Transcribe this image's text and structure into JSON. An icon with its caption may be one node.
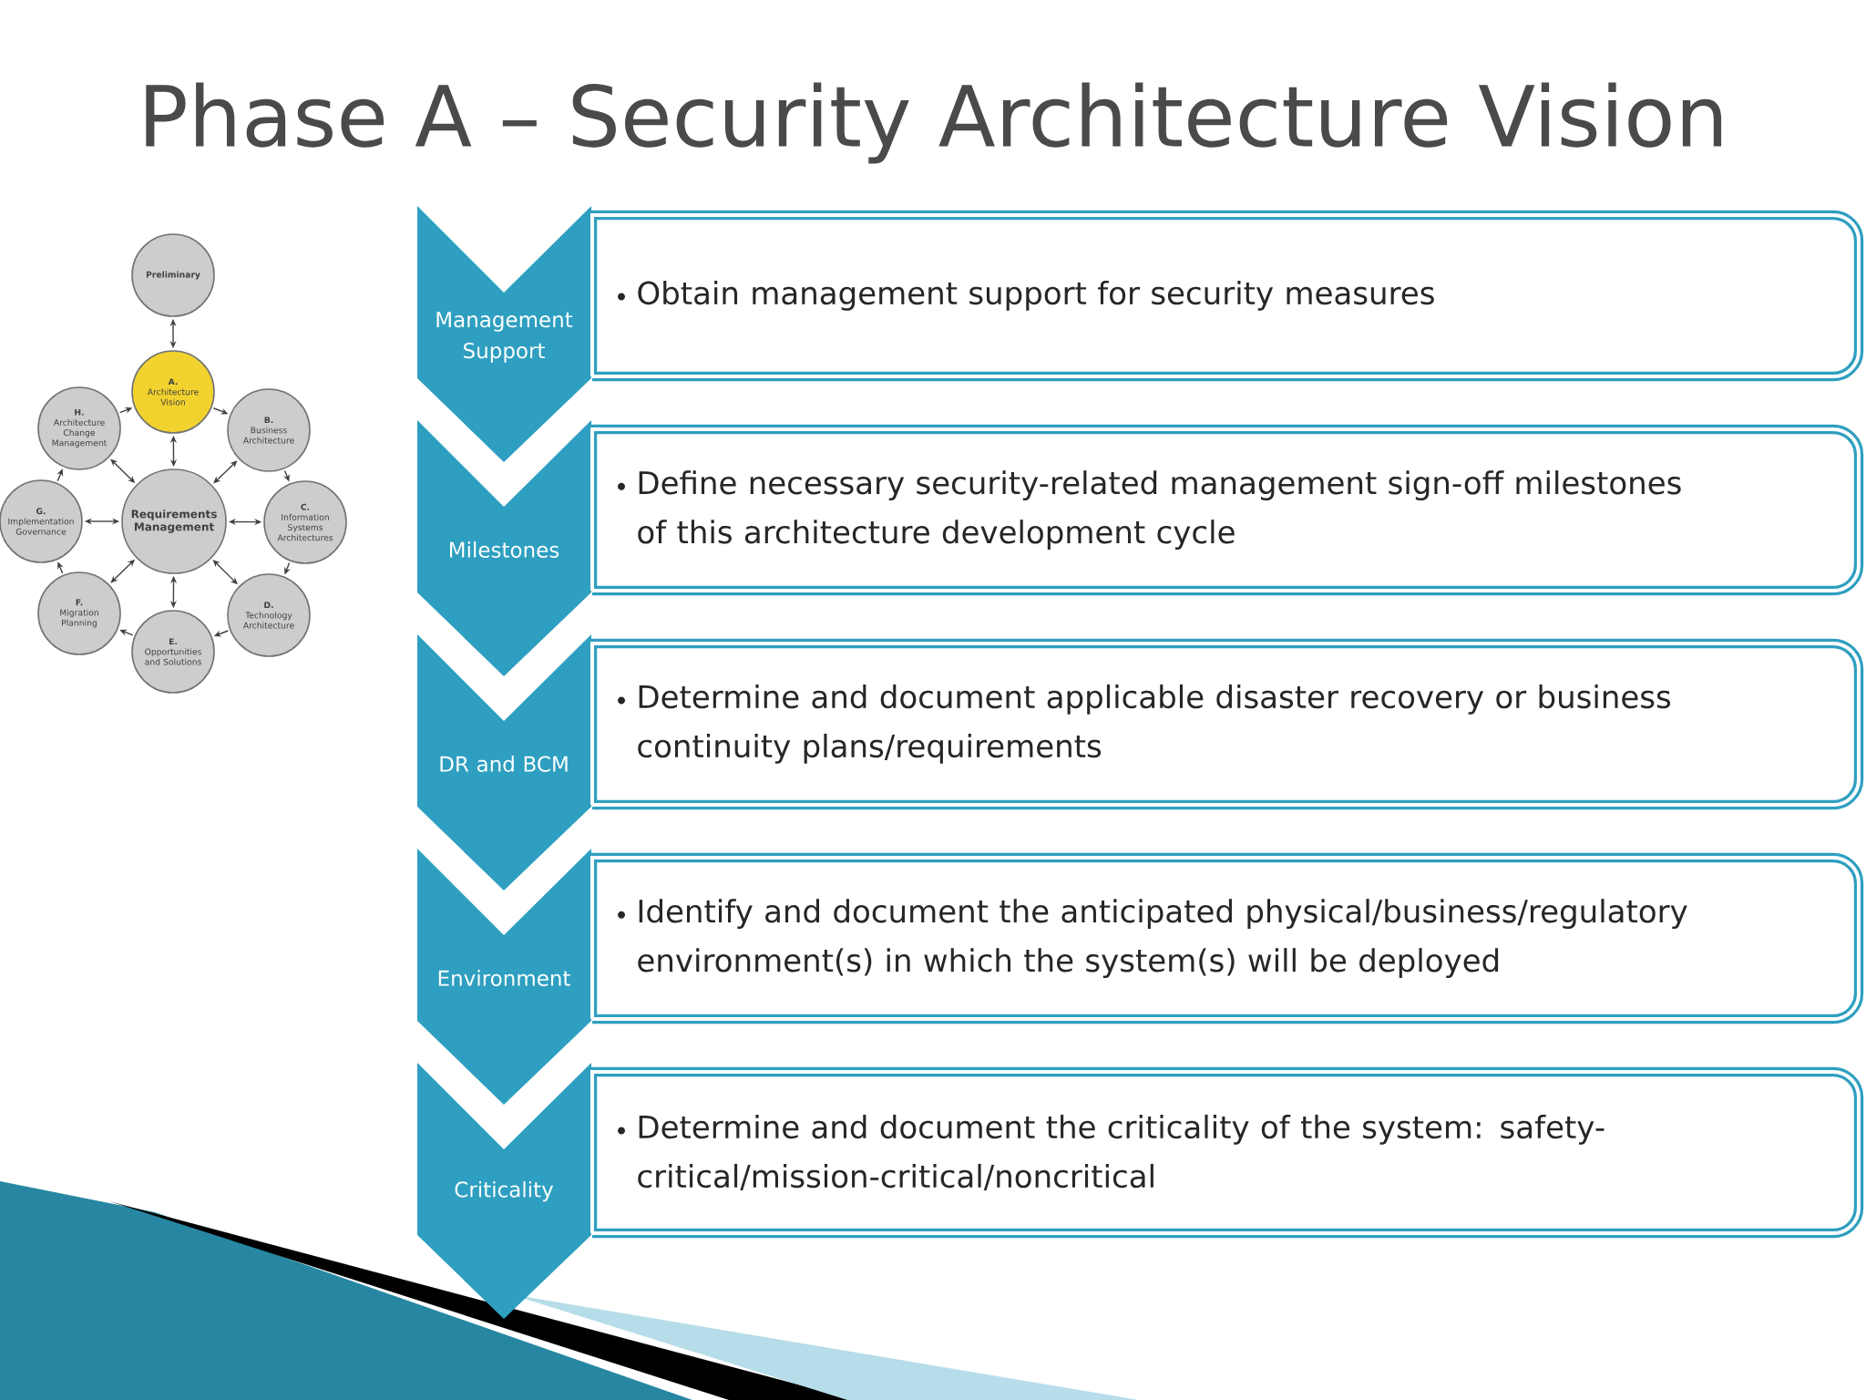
{
  "diagram": {
    "title": "Phase A – Security Architecture Vision",
    "nodes": [
      {
        "text": [
          "Preliminary"
        ]
      },
      {
        "text": [
          "A.",
          "Architecture Vision"
        ]
      },
      {
        "text": [
          "H.",
          "Architecture Change Management"
        ]
      },
      {
        "text": [
          "B.",
          "Business Architecture"
        ]
      },
      {
        "text": [
          "G.",
          "Implementation Governance"
        ]
      },
      {
        "text": [
          "Requirements Management"
        ]
      },
      {
        "text": [
          "C.",
          "Information Systems Architectures"
        ]
      },
      {
        "text": [
          "F.",
          "Migration Planning"
        ]
      },
      {
        "text": [
          "D.",
          "Technology Architecture"
        ]
      },
      {
        "text": [
          "E.",
          "Opportunities and Solutions"
        ]
      },
      {
        "text": [
          "Management Support"
        ]
      },
      {
        "text": [
          "Obtain management support for security measures"
        ]
      },
      {
        "text": [
          "Milestones"
        ]
      },
      {
        "text": [
          "Define necessary security-related management sign-off milestones of this architecture development cycle"
        ]
      },
      {
        "text": [
          "DR and BCM"
        ]
      },
      {
        "text": [
          "Determine and document applicable disaster recovery or business continuity plans/requirements"
        ]
      },
      {
        "text": [
          "Environment"
        ]
      },
      {
        "text": [
          "Identify and document the anticipated physical/business/regulatory environment(s) in which the system(s) will be deployed"
        ]
      },
      {
        "text": [
          "Criticality"
        ]
      },
      {
        "text": [
          "Determine and document the criticality of the system: safety-critical/mission-critical/noncritical"
        ]
      }
    ],
    "edges": [
      {
        "from": 0,
        "to": 1,
        "arrow": "both"
      },
      {
        "from": 1,
        "to": 3,
        "arrow": "to"
      },
      {
        "from": 3,
        "to": 6,
        "arrow": "to"
      },
      {
        "from": 6,
        "to": 8,
        "arrow": "to"
      },
      {
        "from": 8,
        "to": 9,
        "arrow": "to"
      },
      {
        "from": 9,
        "to": 7,
        "arrow": "to"
      },
      {
        "from": 7,
        "to": 4,
        "arrow": "to"
      },
      {
        "from": 4,
        "to": 2,
        "arrow": "to"
      },
      {
        "from": 2,
        "to": 1,
        "arrow": "to"
      },
      {
        "from": 5,
        "to": 1,
        "arrow": "both"
      },
      {
        "from": 5,
        "to": 3,
        "arrow": "both"
      },
      {
        "from": 5,
        "to": 6,
        "arrow": "both"
      },
      {
        "from": 5,
        "to": 8,
        "arrow": "both"
      },
      {
        "from": 5,
        "to": 9,
        "arrow": "both"
      },
      {
        "from": 5,
        "to": 7,
        "arrow": "both"
      },
      {
        "from": 5,
        "to": 4,
        "arrow": "both"
      },
      {
        "from": 5,
        "to": 2,
        "arrow": "both"
      }
    ]
  }
}
